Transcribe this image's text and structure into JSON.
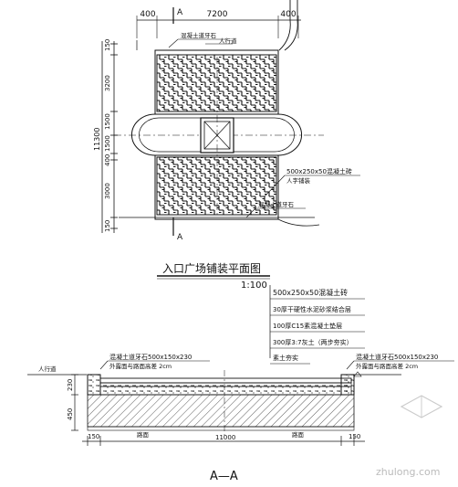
{
  "plan": {
    "section_marker": "A",
    "dim_top_left": "400",
    "dim_top_mid": "7200",
    "dim_top_right": "400",
    "dims_left": [
      "150",
      "3200",
      "1500",
      "1500",
      "400",
      "3000",
      "150"
    ],
    "dim_total": "11300",
    "label_curb_top": "混凝土道牙石",
    "label_sidewalk": "人行道",
    "label_paver": "500x250x50混凝土砖",
    "label_paver_sub": "人字铺装",
    "label_curb_bottom": "混凝土道牙石",
    "title": "入口广场铺装平面图",
    "scale": "1:100"
  },
  "section": {
    "layers": [
      "500x250x50混凝土砖",
      "30厚干硬性水泥砂浆结合层",
      "100厚C15素混凝土垫层",
      "300厚3:7灰土（两步夯实）",
      "素土夯实"
    ],
    "label_left_curb": "混凝土道牙石500x150x230",
    "label_left_curb_sub": "外露面与路面高差 2cm",
    "label_right_curb": "混凝土道牙石500x150x230",
    "label_right_curb_sub": "外露面与路面高差 2cm",
    "label_sidewalk": "人行道",
    "dim_230": "230",
    "dim_450": "450",
    "dim_left": "150",
    "dim_mid": "11000",
    "dim_right": "150",
    "road_left": "路面",
    "road_right": "路面",
    "title": "A—A"
  },
  "watermark": "zhulong.com"
}
